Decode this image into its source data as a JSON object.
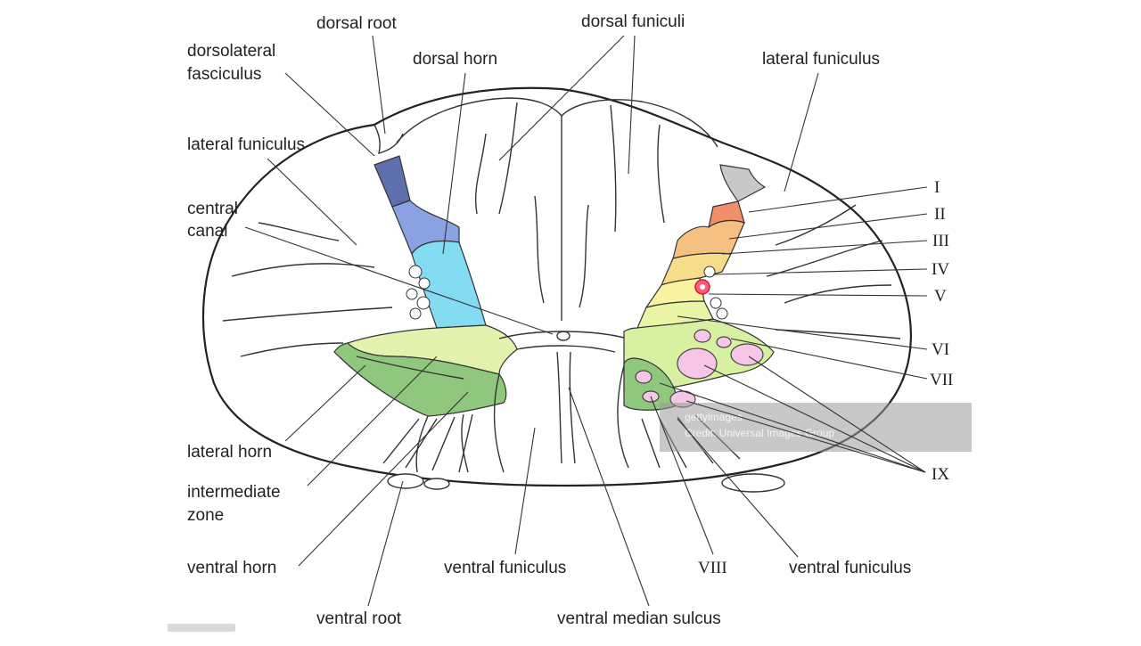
{
  "labels": {
    "dorsal_root": "dorsal root",
    "dorsolateral_fasciculus_1": "dorsolateral",
    "dorsolateral_fasciculus_2": "fasciculus",
    "dorsal_horn": "dorsal horn",
    "dorsal_funiculi": "dorsal funiculi",
    "lateral_funiculus_left": "lateral funiculus",
    "lateral_funiculus_right": "lateral funiculus",
    "central_canal_1": "central",
    "central_canal_2": "canal",
    "lateral_horn": "lateral horn",
    "intermediate_zone_1": "intermediate",
    "intermediate_zone_2": "zone",
    "ventral_horn": "ventral horn",
    "ventral_root": "ventral root",
    "ventral_funiculus_center": "ventral funiculus",
    "ventral_median_sulcus": "ventral median sulcus",
    "lamina_viii": "VIII",
    "ventral_funiculus_right": "ventral funiculus"
  },
  "laminae": [
    "I",
    "II",
    "III",
    "IV",
    "V",
    "VI",
    "VII",
    "IX"
  ],
  "watermark": {
    "brand": "gettyimages",
    "credit": "Credit: Universal Images Group"
  },
  "colors": {
    "lamina_I": "#c8c8c8",
    "lamina_II": "#f08f6a",
    "lamina_III": "#f7c083",
    "lamina_IV": "#f6dd8a",
    "lamina_V": "#f7f3a0",
    "lamina_VI": "#e9f4a6",
    "lamina_VII": "#d7f0a2",
    "lamina_IX": "#f6c6e6",
    "ventral_horn": "#8fc77e",
    "dorsal_horn_dark": "#5f6fae",
    "dorsal_horn_mid": "#8aa2e1",
    "dorsal_horn_light": "#84dcf2",
    "intermediate_zone": "#d8f0a0"
  }
}
